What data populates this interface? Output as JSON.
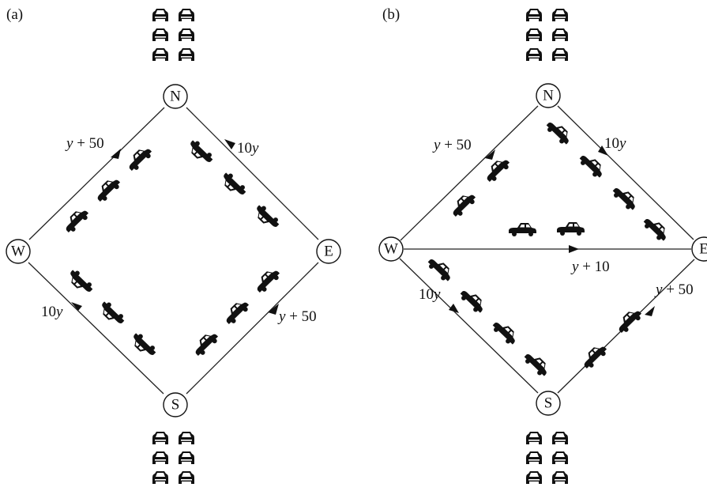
{
  "panels": [
    {
      "id": "a",
      "label": "(a)",
      "nodes": {
        "north": "N",
        "west": "W",
        "east": "E",
        "south": "S"
      },
      "edges": {
        "west_north": "y + 50",
        "east_north": "10y",
        "south_west": "10y",
        "south_east": "y + 50"
      }
    },
    {
      "id": "b",
      "label": "(b)",
      "nodes": {
        "north": "N",
        "west": "W",
        "east": "E",
        "south": "S"
      },
      "edges": {
        "west_north": "y + 50",
        "north_east": "10y",
        "west_south": "10y",
        "south_east": "y + 50",
        "west_east": "y + 10"
      }
    }
  ],
  "colors": {
    "ink": "#111111",
    "road": "#222222",
    "background": "#ffffff"
  },
  "icons": {
    "vehicle": "car-icon",
    "queue": "car-queue-icon"
  }
}
